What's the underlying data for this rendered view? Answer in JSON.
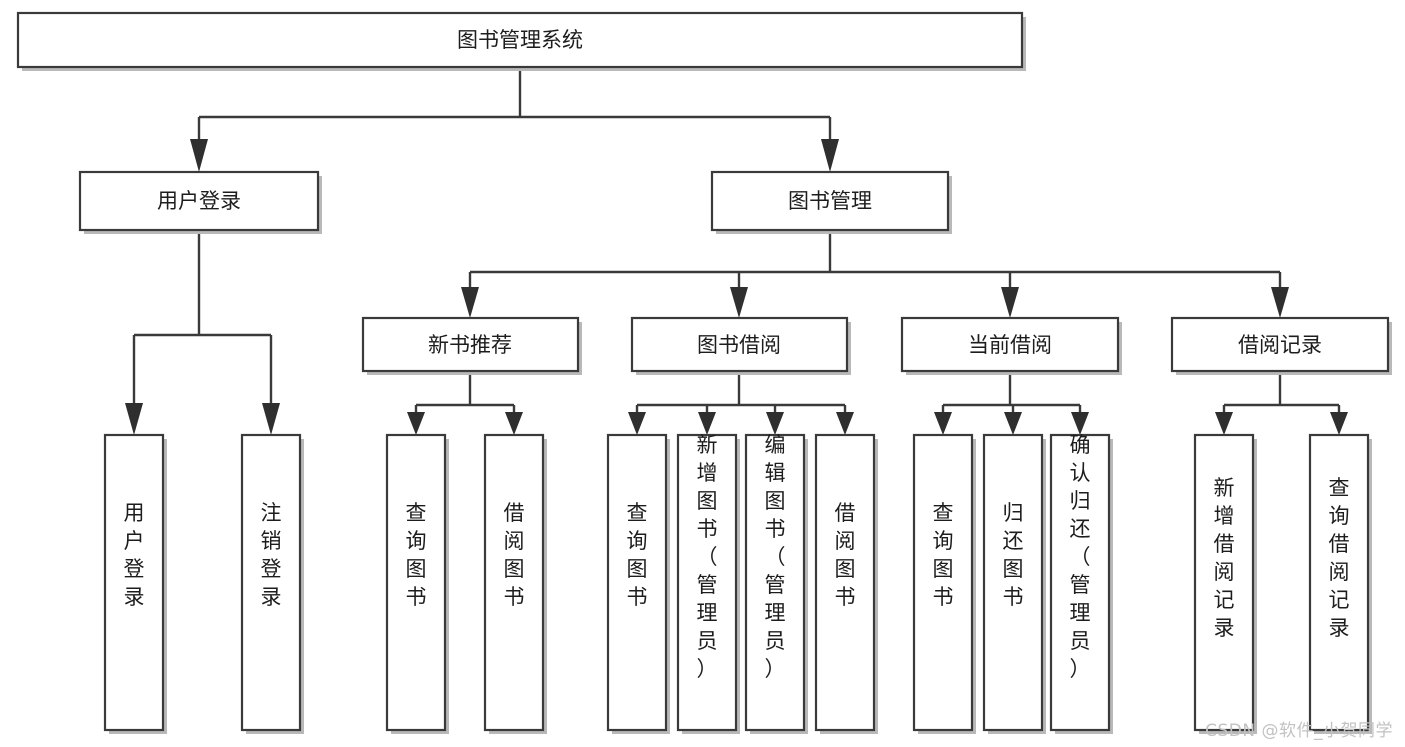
{
  "diagram": {
    "title": "图书管理系统",
    "type": "hierarchy-tree",
    "watermark": "CSDN @软件_小贺同学",
    "colors": {
      "box_fill": "#ffffff",
      "box_stroke": "#3a3a3a",
      "shadow": "#b9b9b9",
      "text": "#1d1d1d",
      "watermark": "#c2c2c2",
      "background": "#ffffff"
    },
    "levels": {
      "root": {
        "label": "图书管理系统"
      },
      "level2": [
        {
          "id": "user-login",
          "label": "用户登录"
        },
        {
          "id": "book-management",
          "label": "图书管理"
        }
      ],
      "level3": [
        {
          "id": "new-book-recommend",
          "label": "新书推荐",
          "parent": "book-management"
        },
        {
          "id": "book-borrow",
          "label": "图书借阅",
          "parent": "book-management"
        },
        {
          "id": "current-borrow",
          "label": "当前借阅",
          "parent": "book-management"
        },
        {
          "id": "borrow-record",
          "label": "借阅记录",
          "parent": "book-management"
        }
      ],
      "leaves": {
        "user-login": [
          {
            "id": "leaf-user-login",
            "label": "用户登录"
          },
          {
            "id": "leaf-user-logout",
            "label": "注销登录"
          }
        ],
        "new-book-recommend": [
          {
            "id": "leaf-query-book-1",
            "label": "查询图书"
          },
          {
            "id": "leaf-borrow-book-1",
            "label": "借阅图书"
          }
        ],
        "book-borrow": [
          {
            "id": "leaf-query-book-2",
            "label": "查询图书"
          },
          {
            "id": "leaf-add-book-admin",
            "label": "新增图书（管理员）"
          },
          {
            "id": "leaf-edit-book-admin",
            "label": "编辑图书（管理员）"
          },
          {
            "id": "leaf-borrow-book-2",
            "label": "借阅图书"
          }
        ],
        "current-borrow": [
          {
            "id": "leaf-query-book-3",
            "label": "查询图书"
          },
          {
            "id": "leaf-return-book",
            "label": "归还图书"
          },
          {
            "id": "leaf-confirm-return-admin",
            "label": "确认归还（管理员）"
          }
        ],
        "borrow-record": [
          {
            "id": "leaf-add-borrow-record",
            "label": "新增借阅记录"
          },
          {
            "id": "leaf-query-borrow-record",
            "label": "查询借阅记录"
          }
        ]
      }
    }
  }
}
